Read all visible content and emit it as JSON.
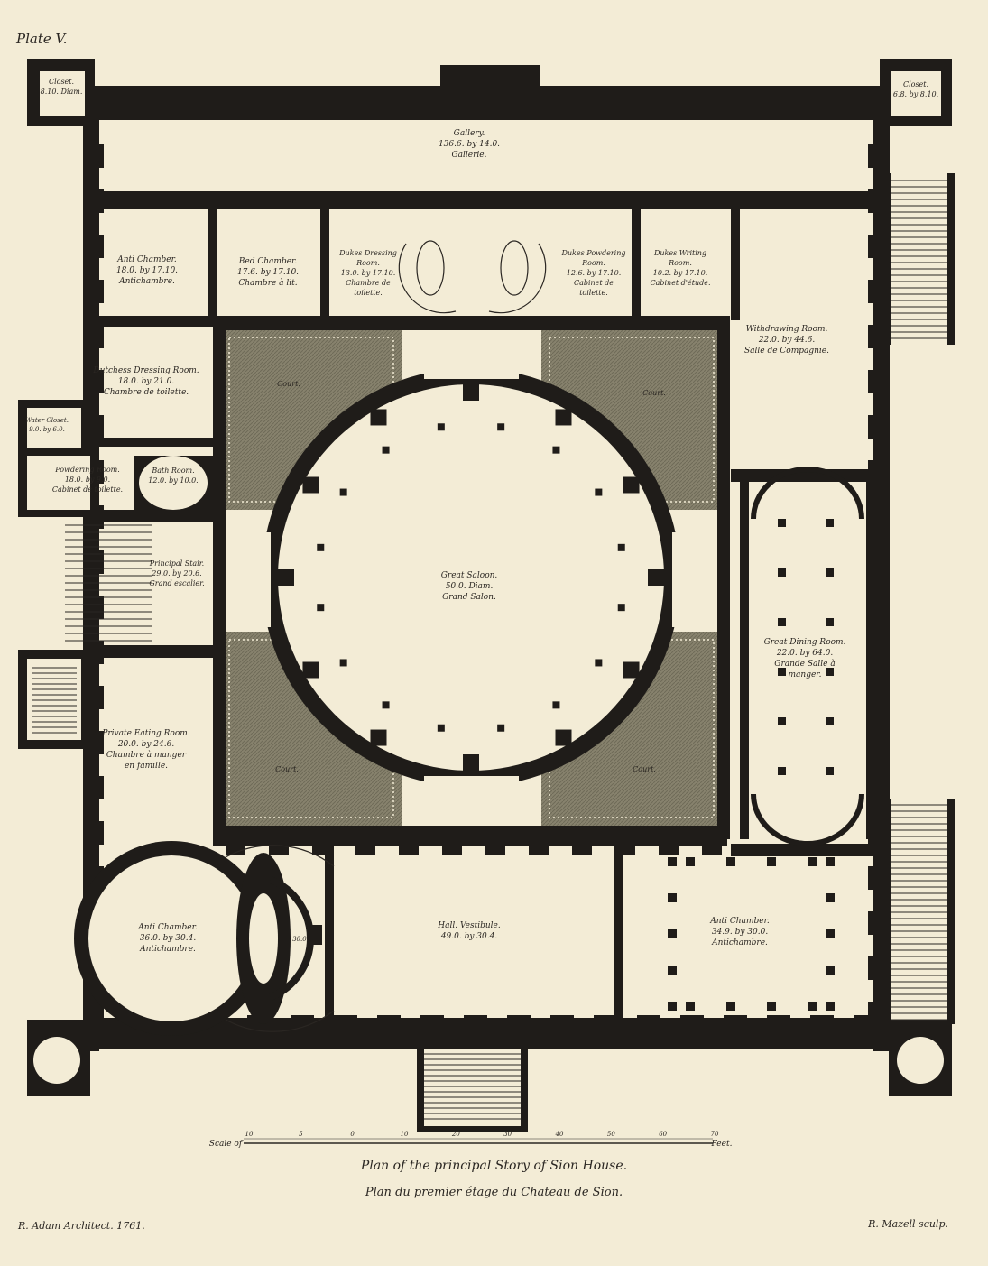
{
  "plate_label": "Plate V.",
  "captions": {
    "title_en": "Plan of the principal Story of Sion House.",
    "title_fr": "Plan du premier étage du Chateau de Sion.",
    "architect": "R. Adam Architect. 1761.",
    "engraver": "R. Mazell sculp."
  },
  "scale": {
    "label_left": "Scale of",
    "label_right": "Feet.",
    "ticks": [
      "10",
      "5",
      "0",
      "10",
      "20",
      "30",
      "40",
      "50",
      "60",
      "70"
    ]
  },
  "rooms": {
    "closet_nw": [
      "Closet.",
      "8.10. Diam."
    ],
    "closet_ne": [
      "Closet.",
      "6.8. by 8.10."
    ],
    "gallery": [
      "Gallery.",
      "136.6. by 14.0.",
      "Gallerie."
    ],
    "anti_chamber_north": [
      "Anti Chamber.",
      "18.0. by 17.10.",
      "Antichambre."
    ],
    "bed_chamber": [
      "Bed Chamber.",
      "17.6. by 17.10.",
      "Chambre à lit."
    ],
    "duke_dressing": [
      "Dukes Dressing",
      "Room.",
      "13.0. by 17.10.",
      "Chambre de",
      "toilette."
    ],
    "duke_powdering": [
      "Dukes Powdering",
      "Room.",
      "12.6. by 17.10.",
      "Cabinet de",
      "toilette."
    ],
    "duke_writing": [
      "Dukes Writing",
      "Room.",
      "10.2. by 17.10.",
      "Cabinet d'étude."
    ],
    "withdrawing": [
      "Withdrawing Room.",
      "22.0. by 44.6.",
      "Salle de Compagnie."
    ],
    "duchess_dressing": [
      "Dutchess Dressing Room.",
      "18.0. by 21.0.",
      "Chambre de toilette."
    ],
    "water_closet": [
      "Water Closet.",
      "9.0. by 6.0."
    ],
    "powdering_room": [
      "Powdering Room.",
      "18.0. by 9.0.",
      "Cabinet de toilette."
    ],
    "bath_room": [
      "Bath Room.",
      "12.0. by 10.0."
    ],
    "principal_stair": [
      "Principal Stair.",
      "29.0. by 20.6.",
      "Grand escalier."
    ],
    "great_saloon": [
      "Great Saloon.",
      "50.0. Diam.",
      "Grand Salon."
    ],
    "great_dining": [
      "Great Dining Room.",
      "22.0. by 64.0.",
      "Grande Salle à",
      "manger."
    ],
    "private_eating": [
      "Private Eating Room.",
      "20.0. by 24.6.",
      "Chambre à manger",
      "en famille."
    ],
    "anti_chamber_sw": [
      "Anti Chamber.",
      "36.0. by 30.4.",
      "Antichambre."
    ],
    "hall": [
      "Hall.  Vestibule.",
      "49.0. by 30.4."
    ],
    "anti_chamber_se": [
      "Anti Chamber.",
      "34.9. by 30.0.",
      "Antichambre."
    ],
    "court": "Court.",
    "apse_dim": "30.0."
  }
}
